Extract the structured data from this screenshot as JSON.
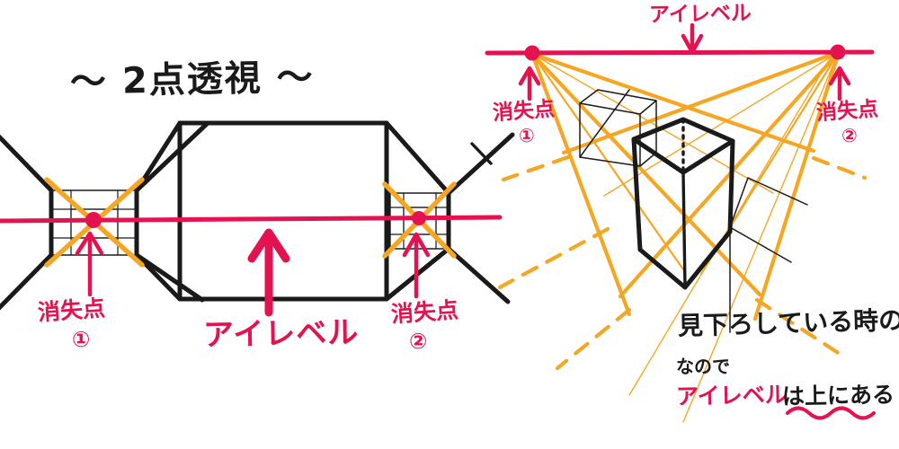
{
  "page": {
    "title": "～ 2点透視 ～",
    "background_color": "#ffffff"
  },
  "colors": {
    "ink_black": "#1a1a1a",
    "eye_level_pink": "#e4124f",
    "perspective_orange": "#f5a623",
    "thin_guide_black": "#2b2b2b"
  },
  "left_diagram": {
    "name": "two-point-perspective-box-front-view",
    "vanishing_point_1": {
      "label": "消失点",
      "number": "①",
      "arrow": "up-arrow"
    },
    "vanishing_point_2": {
      "label": "消失点",
      "number": "②",
      "arrow": "up-arrow"
    },
    "eye_level": {
      "label": "アイレベル",
      "arrow": "up-arrow"
    }
  },
  "right_diagram": {
    "name": "two-point-perspective-cube-looking-down",
    "eye_level": {
      "label": "アイレベル",
      "arrow": "down-arrow"
    },
    "vanishing_point_1": {
      "label": "消失点",
      "number": "①",
      "arrow": "up-arrow"
    },
    "vanishing_point_2": {
      "label": "消失点",
      "number": "②",
      "arrow": "up-arrow"
    },
    "notes": {
      "line1": "見下ろしている時の図",
      "line2": "なので",
      "line3_pink": "アイレベル",
      "line3_black": "は上にある"
    }
  }
}
